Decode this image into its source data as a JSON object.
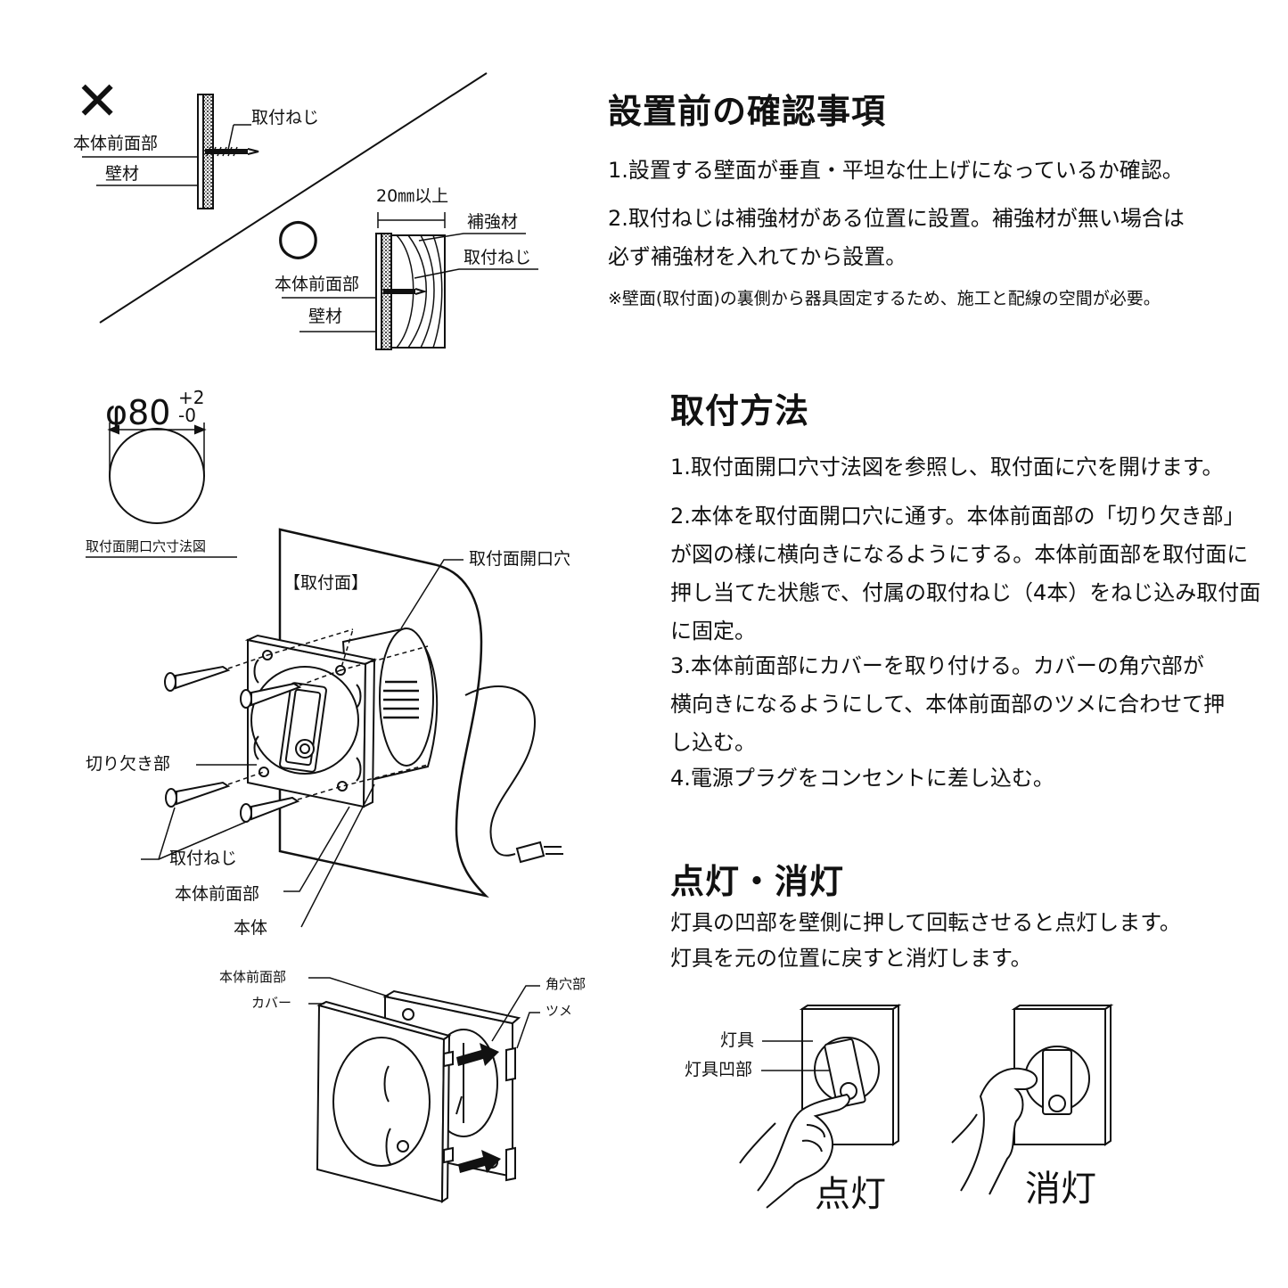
{
  "top_diagram": {
    "ng_mark": "✕",
    "ok_mark": "○",
    "ng_labels": {
      "screw": "取付ねじ",
      "front": "本体前面部",
      "wall": "壁材"
    },
    "ok_labels": {
      "depth": "20㎜以上",
      "reinforce": "補強材",
      "screw": "取付ねじ",
      "front": "本体前面部",
      "wall": "壁材"
    }
  },
  "check": {
    "title": "設置前の確認事項",
    "item1": "1.設置する壁面が垂直・平坦な仕上げになっているか確認。",
    "item2_l1": "2.取付ねじは補強材がある位置に設置。補強材が無い場合は",
    "item2_l2": "必ず補強材を入れてから設置。",
    "note": "※壁面(取付面)の裏側から器具固定するため、施工と配線の空間が必要。"
  },
  "hole": {
    "dimension": "φ80",
    "tolerance": "+2\n-0",
    "caption": "取付面開口穴寸法図"
  },
  "install_diagram": {
    "surface": "【取付面】",
    "opening": "取付面開口穴",
    "notch": "切り欠き部",
    "screw": "取付ねじ",
    "front": "本体前面部",
    "body": "本体"
  },
  "cover_diagram": {
    "front": "本体前面部",
    "cover": "カバー",
    "square_hole": "角穴部",
    "claw": "ツメ"
  },
  "method": {
    "title": "取付方法",
    "lines": [
      "1.取付面開口穴寸法図を参照し、取付面に穴を開けます。",
      "2.本体を取付面開口穴に通す。本体前面部の「切り欠き部」",
      "が図の様に横向きになるようにする。本体前面部を取付面に",
      "押し当てた状態で、付属の取付ねじ（4本）をねじ込み取付面",
      "に固定。",
      "3.本体前面部にカバーを取り付ける。カバーの角穴部が",
      "横向きになるようにして、本体前面部のツメに合わせて押",
      "し込む。",
      "4.電源プラグをコンセントに差し込む。"
    ]
  },
  "switch": {
    "title": "点灯・消灯",
    "line1": "灯具の凹部を壁側に押して回転させると点灯します。",
    "line2": "灯具を元の位置に戻すと消灯します。",
    "lamp": "灯具",
    "lamp_recess": "灯具凹部",
    "on": "点灯",
    "off": "消灯"
  }
}
